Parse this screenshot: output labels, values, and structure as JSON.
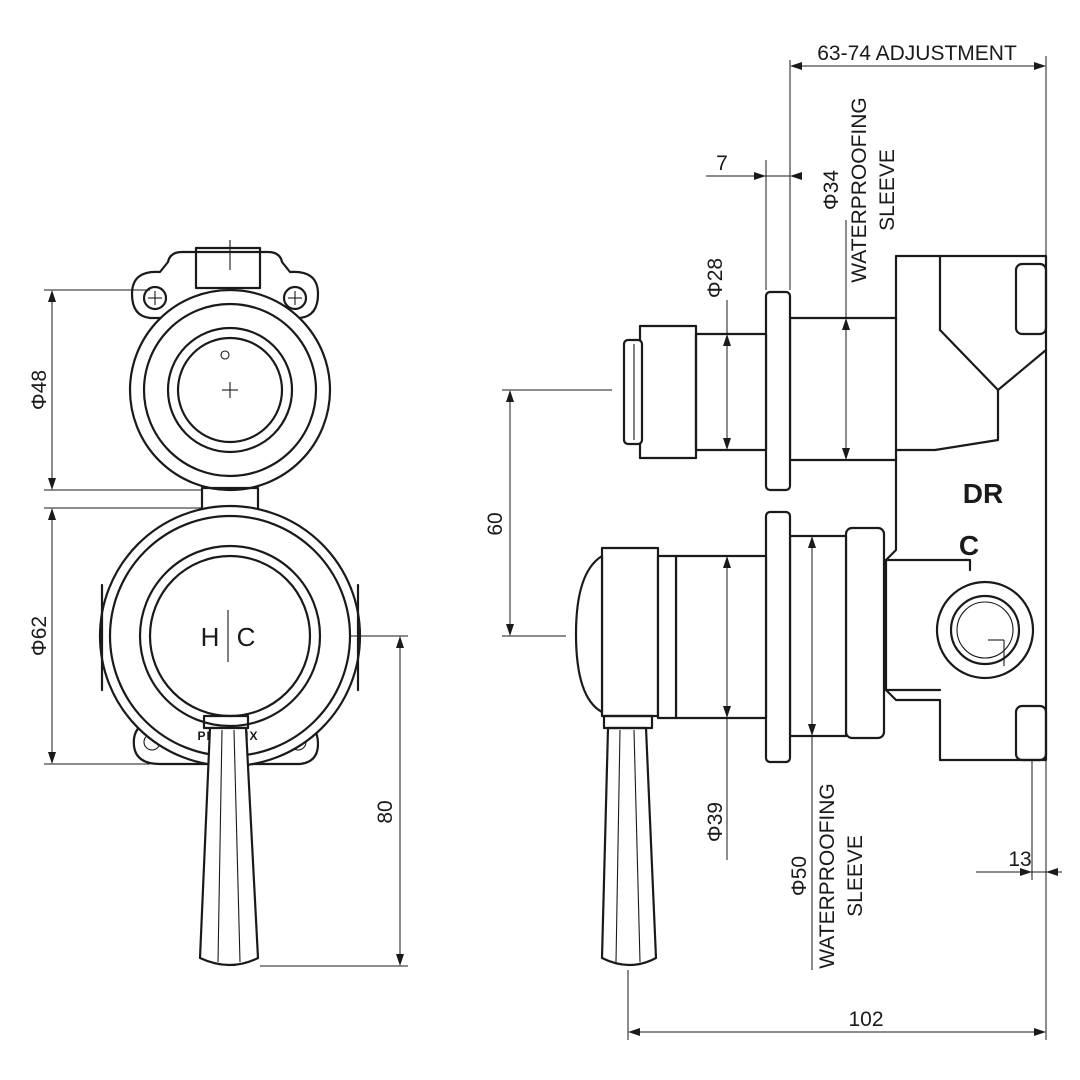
{
  "dimensions": {
    "adjustment": "63-74 ADJUSTMENT",
    "offset": "7",
    "sleeve_top_dia": "Φ34",
    "sleeve_top_l1": "WATERPROOFING",
    "sleeve_top_l2": "SLEEVE",
    "stem_top_dia": "Φ28",
    "left_top_dia": "Φ48",
    "left_bottom_dia": "Φ62",
    "centres": "60",
    "lever_length": "80",
    "stem_bottom_dia": "Φ39",
    "sleeve_bottom_dia": "Φ50",
    "sleeve_bottom_l1": "WATERPROOFING",
    "sleeve_bottom_l2": "SLEEVE",
    "body_offset": "13",
    "overall_depth": "102"
  },
  "markings": {
    "diverter": "DR",
    "cold": "C",
    "hot_cold_h": "H",
    "hot_cold_c": "C",
    "logo": "PHOENIX"
  }
}
